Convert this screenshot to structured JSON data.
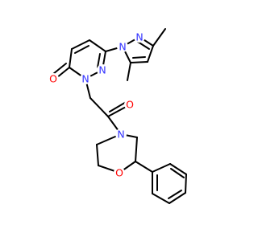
{
  "molecule": {
    "atoms": {
      "n_pz1": "N",
      "n_pz2": "N",
      "n_pd1": "N",
      "n_pd2": "N",
      "o_ketone_ring": "O",
      "o_amide": "O",
      "n_morph": "N",
      "o_morph": "O"
    },
    "colors": {
      "nitrogen": "#3333ff",
      "oxygen": "#ff0000",
      "bond": "#000000"
    }
  }
}
